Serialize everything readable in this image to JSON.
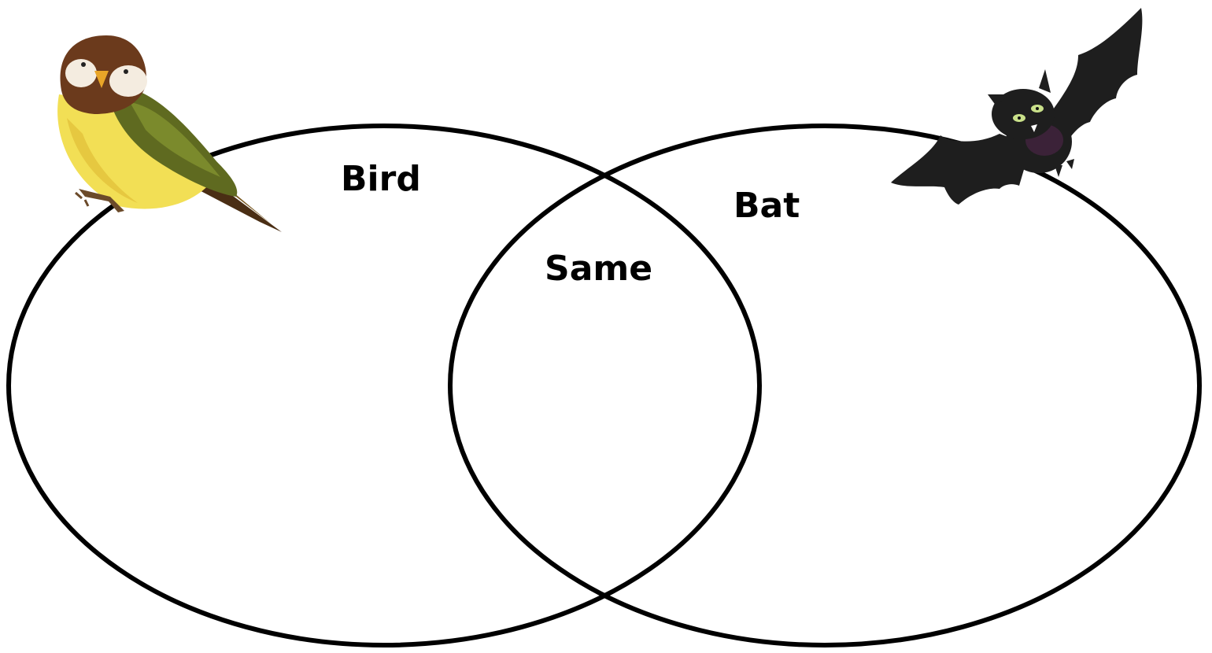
{
  "diagram": {
    "type": "venn",
    "sets": [
      {
        "id": "bird",
        "label": "Bird"
      },
      {
        "id": "bat",
        "label": "Bat"
      }
    ],
    "intersection": {
      "label": "Same"
    },
    "outline_color": "#000000",
    "background_color": "#ffffff"
  },
  "illustrations": {
    "left": {
      "icon": "bird-icon",
      "colors": {
        "head": "#6b3a1c",
        "body": "#f2df55",
        "wing": "#5f6a20"
      }
    },
    "right": {
      "icon": "bat-icon",
      "colors": {
        "body": "#1e1e1e",
        "belly": "#3b2238",
        "eyes": "#c9e08a"
      }
    }
  }
}
